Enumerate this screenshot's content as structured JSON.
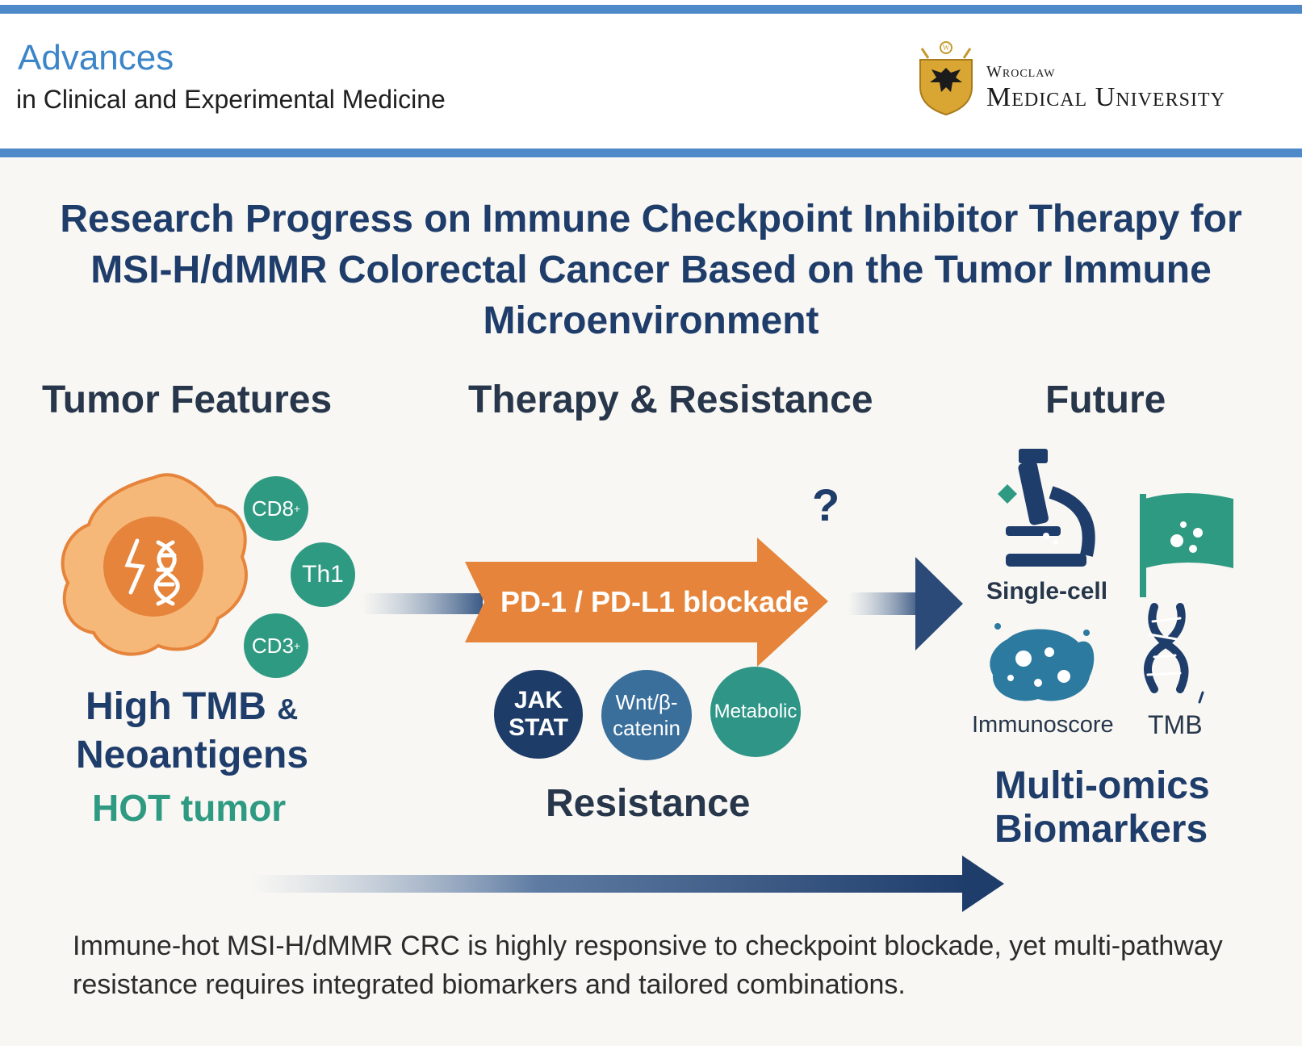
{
  "header": {
    "journal_name": "Advances",
    "journal_subtitle": "in Clinical and Experimental Medicine",
    "university_top": "Wroclaw",
    "university_main": "Medical University"
  },
  "title": "Research Progress on Immune Checkpoint Inhibitor Therapy for MSI-H/dMMR Colorectal Cancer Based on the Tumor Immune Microenvironment",
  "columns": {
    "tumor_features": "Tumor Features",
    "therapy_resistance": "Therapy & Resistance",
    "future": "Future"
  },
  "tumor": {
    "cells": [
      "CD8",
      "Th1",
      "CD3"
    ],
    "cell_superscript": "+",
    "high_tmb": "High TMB",
    "amp": "&",
    "neoantigens": "Neoantigens",
    "hot_tumor": "HOT tumor"
  },
  "therapy": {
    "blockade_label": "PD-1 / PD-L1 blockade",
    "question_mark": "?",
    "pathway_jak": "JAK STAT",
    "pathway_wnt": "Wnt/β-catenin",
    "pathway_metabolic": "Metabolic",
    "resistance_label": "Resistance"
  },
  "future": {
    "single_cell": "Single-cell",
    "immunoscore": "Immunoscore",
    "tmb": "TMB",
    "multiomics_line1": "Multi-omics",
    "multiomics_line2": "Biomarkers"
  },
  "footer": "Immune-hot MSI-H/dMMR CRC is highly responsive to checkpoint blockade, yet multi-pathway resistance requires integrated biomarkers and tailored combinations.",
  "colors": {
    "header_rule": "#4e8ac9",
    "title": "#1f3d6b",
    "tumor_orange": "#e5843a",
    "teal": "#2f9a82",
    "navy": "#1f3d6b",
    "jak_navy": "#1d3c68",
    "wnt_blue": "#3a6f9c",
    "metabolic_teal": "#2f9586"
  }
}
